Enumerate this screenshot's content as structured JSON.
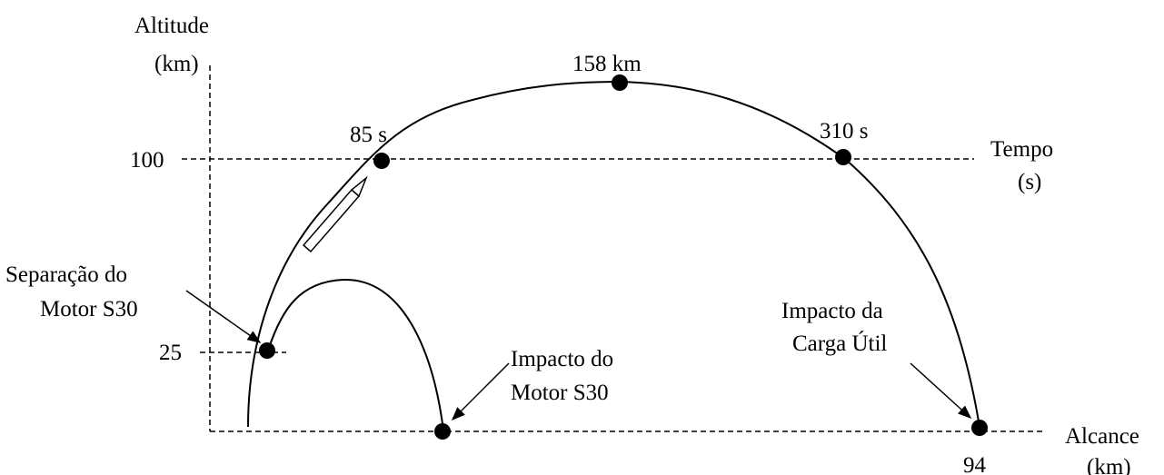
{
  "axes": {
    "y_title_line1": "Altitude",
    "y_title_line2": "(km)",
    "x_title_line1": "Alcance",
    "x_title_line2": "(km)",
    "time_title_line1": "Tempo",
    "time_title_line2": "(s)",
    "y_tick_100": "100",
    "y_tick_25": "25",
    "x_tick_94": "94"
  },
  "points": {
    "apogee": "158 km",
    "t85": "85 s",
    "t310": "310 s"
  },
  "annotations": {
    "separation_line1": "Separação do",
    "separation_line2": "Motor S30",
    "motor_impact_line1": "Impacto do",
    "motor_impact_line2": "Motor S30",
    "payload_impact_line1": "Impacto da",
    "payload_impact_line2": "Carga Útil"
  }
}
